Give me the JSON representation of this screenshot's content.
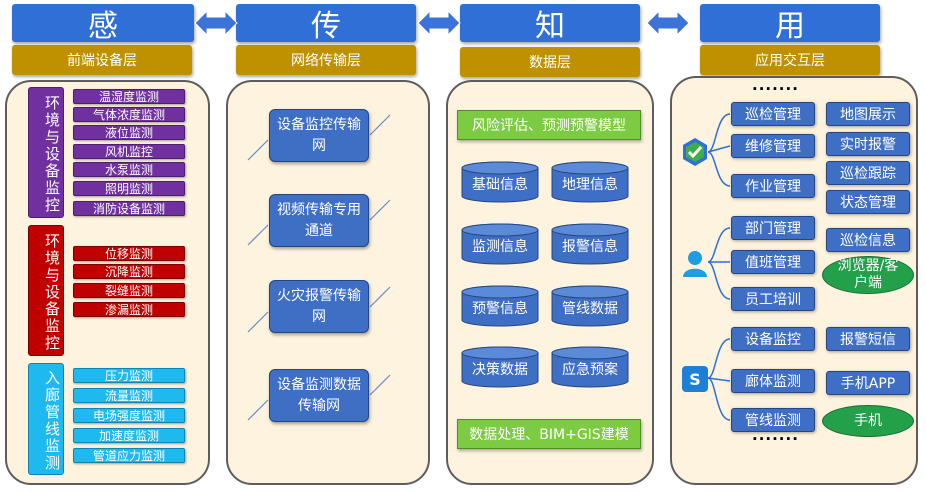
{
  "headers": {
    "sense": "感",
    "transmit": "传",
    "know": "知",
    "use": "用"
  },
  "layers": {
    "sense": "前端设备层",
    "transmit": "网络传输层",
    "know": "数据层",
    "use": "应用交互层"
  },
  "sense": {
    "env_label": "环境与设备监控",
    "env_items": [
      "温湿度监测",
      "气体浓度监测",
      "液位监测",
      "风机监控",
      "水泵监测",
      "照明监测",
      "消防设备监测"
    ],
    "struct_label": "环境与设备监控",
    "struct_items": [
      "位移监测",
      "沉降监测",
      "裂缝监测",
      "渗漏监测"
    ],
    "pipe_label": "入廊管线监测",
    "pipe_items": [
      "压力监测",
      "流量监测",
      "电场强度监测",
      "加速度监测",
      "管道应力监测"
    ]
  },
  "transmit": {
    "items": [
      "设备监控传输网",
      "视频传输专用通道",
      "火灾报警传输网",
      "设备监测数据传输网"
    ]
  },
  "data": {
    "top_bar": "风险评估、预测预警模型",
    "databases": [
      "基础信息",
      "地理信息",
      "监测信息",
      "报警信息",
      "预警信息",
      "管线数据",
      "决策数据",
      "应急预案"
    ],
    "bottom_bar": "数据处理、BIM+GIS建模"
  },
  "apps": {
    "dots_top": "·······",
    "group1": [
      "巡检管理",
      "维修管理",
      "作业管理"
    ],
    "group2": [
      "部门管理",
      "值班管理",
      "员工培训"
    ],
    "group3": [
      "设备监控",
      "廊体监测",
      "管线监测"
    ],
    "right1": [
      "地图展示",
      "实时报警",
      "巡检跟踪",
      "状态管理"
    ],
    "right2": [
      "巡检信息",
      "浏览器/客户端"
    ],
    "right3": [
      "报警短信",
      "手机APP",
      "手机"
    ],
    "dots_bottom": "·······",
    "icons": [
      "shield-check-icon",
      "user-icon",
      "s-app-icon"
    ]
  },
  "colors": {
    "header": "#2f6fd6",
    "layer": "#bf9000",
    "panel": "#fdf3df",
    "purple": "#7030a0",
    "red": "#c00000",
    "cyan": "#1eb9ef",
    "green": "#7ccb43"
  }
}
